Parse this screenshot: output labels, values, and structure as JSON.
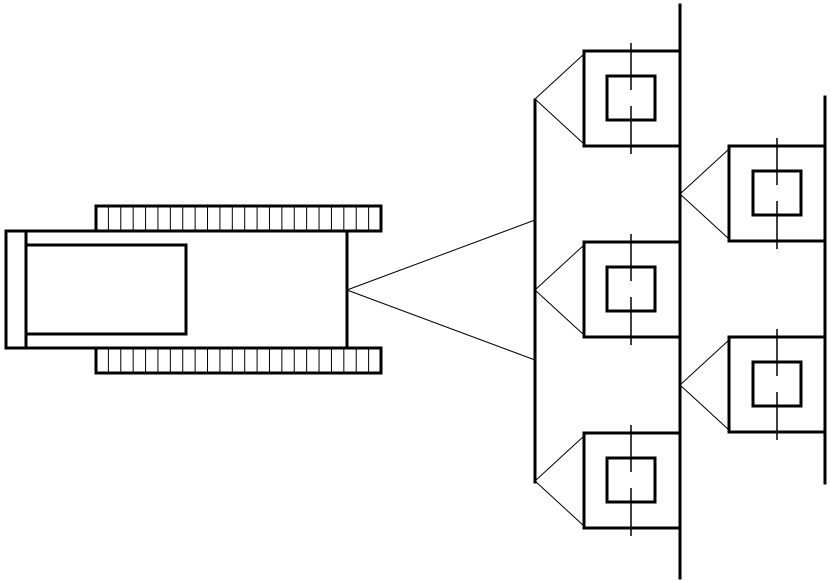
{
  "diagram": {
    "stroke_color": "#000000",
    "background_color": "#ffffff",
    "vehicle": {
      "track_links_per_side": 22
    },
    "bus_groups": [
      {
        "unit_count": 3
      },
      {
        "unit_count": 2
      }
    ]
  }
}
